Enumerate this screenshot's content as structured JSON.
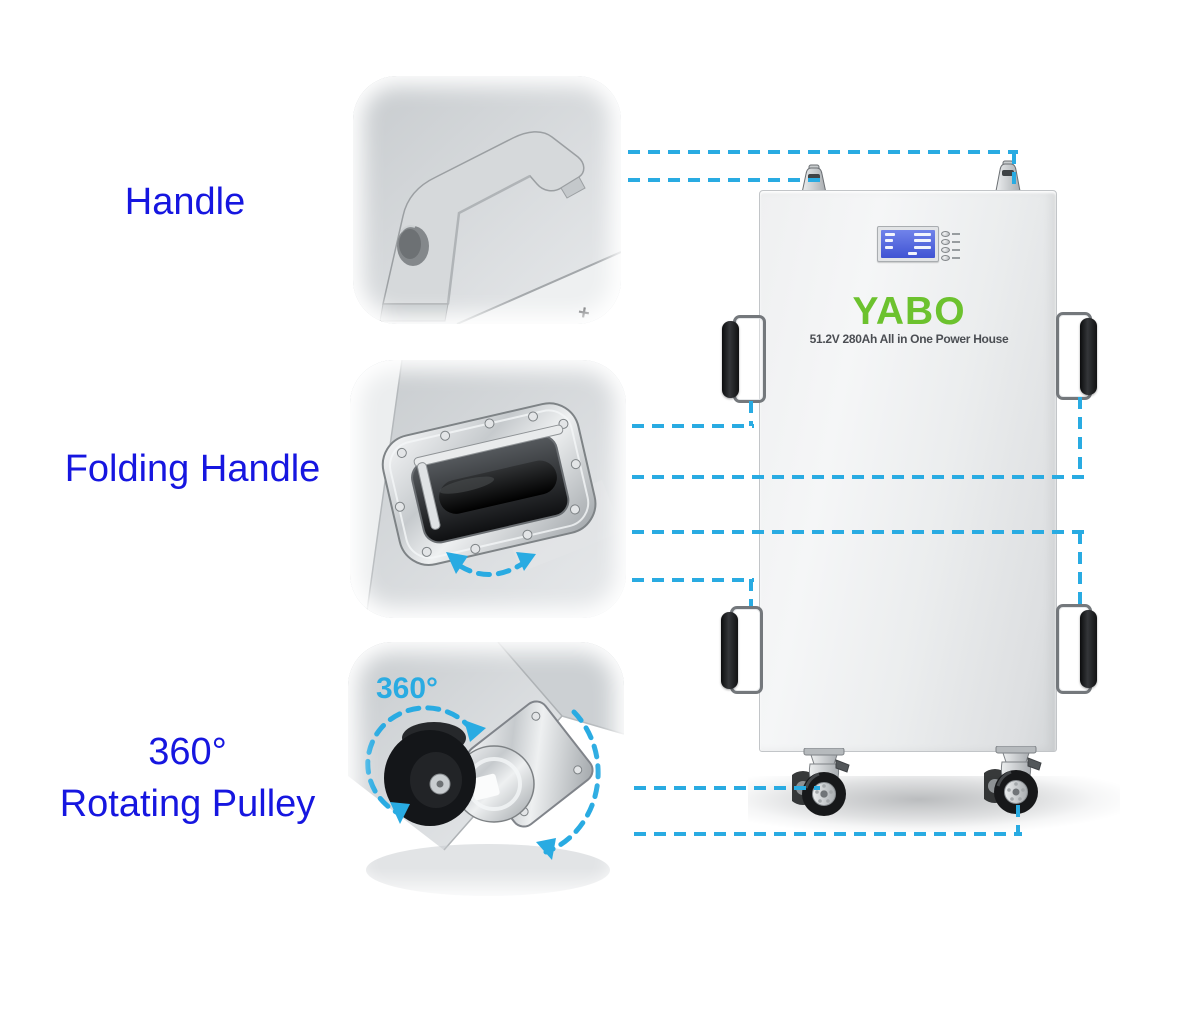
{
  "colors": {
    "callout_line": "#29abe2",
    "label_blue": "#1616e0",
    "brand_green": "#6cc22e",
    "tagline_gray": "#4b4e53",
    "lcd_screen_blue": "#4f63d8"
  },
  "callouts": {
    "handle": {
      "label": "Handle"
    },
    "folding_handle": {
      "label": "Folding Handle"
    },
    "rotating_pulley": {
      "label_line1": "360°",
      "label_line2": "Rotating Pulley"
    }
  },
  "insets": {
    "handle_photo": {
      "plus_mark": "+"
    },
    "pulley_photo": {
      "rotation_label": "360°"
    }
  },
  "product": {
    "brand": "YABO",
    "tagline": "51.2V 280Ah All in One Power House"
  }
}
